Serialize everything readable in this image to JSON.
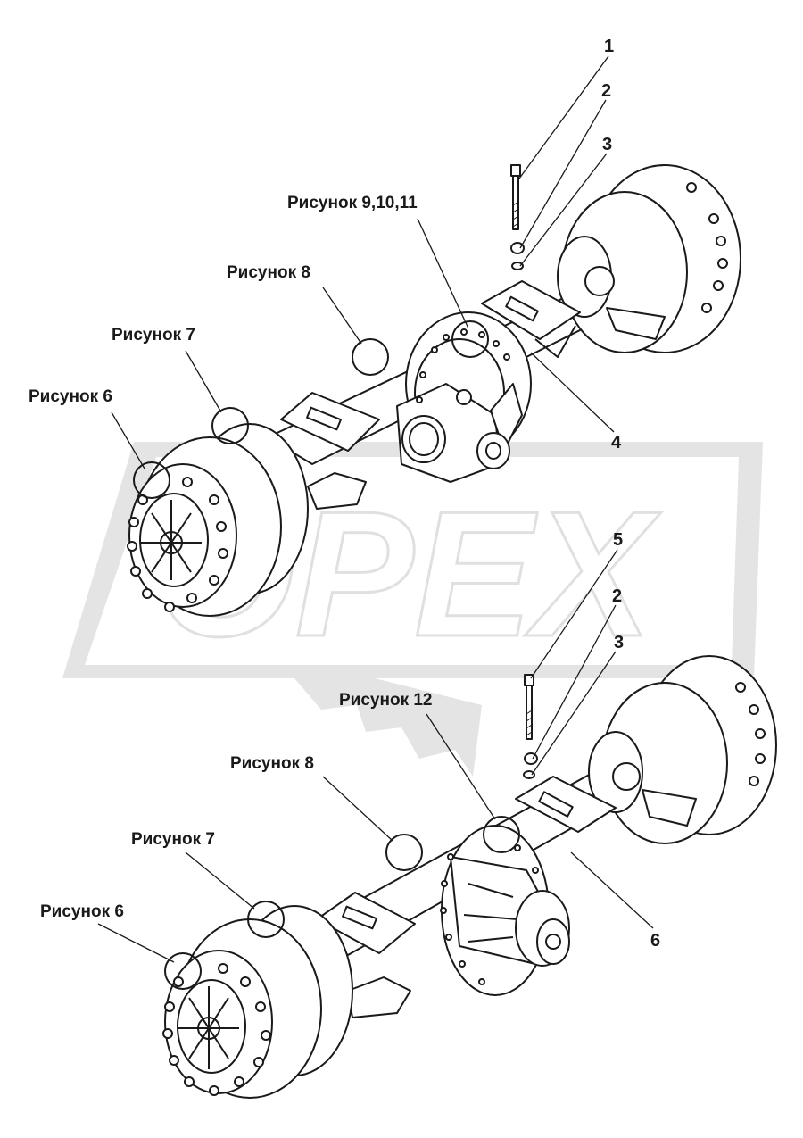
{
  "watermark": {
    "text": "OPEX",
    "color": "#e6e6e6"
  },
  "colors": {
    "line": "#1a1a1a",
    "fill": "#ffffff",
    "watermark": "#e4e4e4"
  },
  "upper_assembly": {
    "callouts": [
      {
        "id": "p1",
        "text": "1"
      },
      {
        "id": "p2",
        "text": "2"
      },
      {
        "id": "p3",
        "text": "3"
      },
      {
        "id": "p4",
        "text": "4"
      },
      {
        "id": "fig91011",
        "text": "Рисунок  9,10,11"
      },
      {
        "id": "fig8",
        "text": "Рисунок  8"
      },
      {
        "id": "fig7",
        "text": "Рисунок  7"
      },
      {
        "id": "fig6",
        "text": "Рисунок  6"
      }
    ]
  },
  "lower_assembly": {
    "callouts": [
      {
        "id": "p5",
        "text": "5"
      },
      {
        "id": "p2",
        "text": "2"
      },
      {
        "id": "p3",
        "text": "3"
      },
      {
        "id": "p6",
        "text": "6"
      },
      {
        "id": "fig12",
        "text": "Рисунок  12"
      },
      {
        "id": "fig8",
        "text": "Рисунок  8"
      },
      {
        "id": "fig7",
        "text": "Рисунок  7"
      },
      {
        "id": "fig6",
        "text": "Рисунок  6"
      }
    ]
  }
}
